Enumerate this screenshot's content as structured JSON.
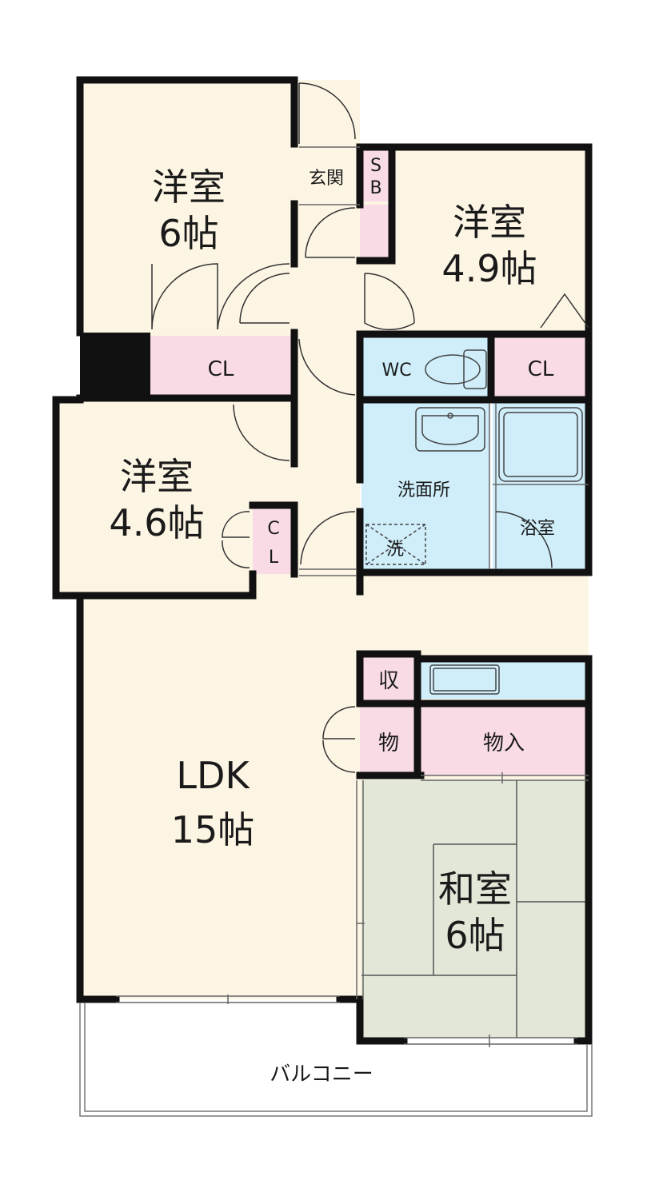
{
  "rooms": {
    "western1": {
      "name": "洋室",
      "size": "6帖"
    },
    "western2": {
      "name": "洋室",
      "size": "4.9帖"
    },
    "western3": {
      "name": "洋室",
      "size": "4.6帖"
    },
    "ldk": {
      "name": "LDK",
      "size": "15帖"
    },
    "japanese": {
      "name": "和室",
      "size": "6帖"
    }
  },
  "labels": {
    "entrance": "玄関",
    "shoebox_s": "S",
    "shoebox_b": "B",
    "closet1": "CL",
    "closet2": "CL",
    "closet3_c": "C",
    "closet3_l": "L",
    "wc": "WC",
    "washroom": "洗面所",
    "washer": "洗",
    "bath": "浴室",
    "storage1": "収",
    "storage2": "物",
    "storage3": "物入",
    "balcony": "バルコニー"
  },
  "colors": {
    "room": "#fdf5e4",
    "closet": "#f9dbe6",
    "water": "#cfeefa",
    "tatami": "#e2e7d7",
    "wall": "#111111"
  }
}
